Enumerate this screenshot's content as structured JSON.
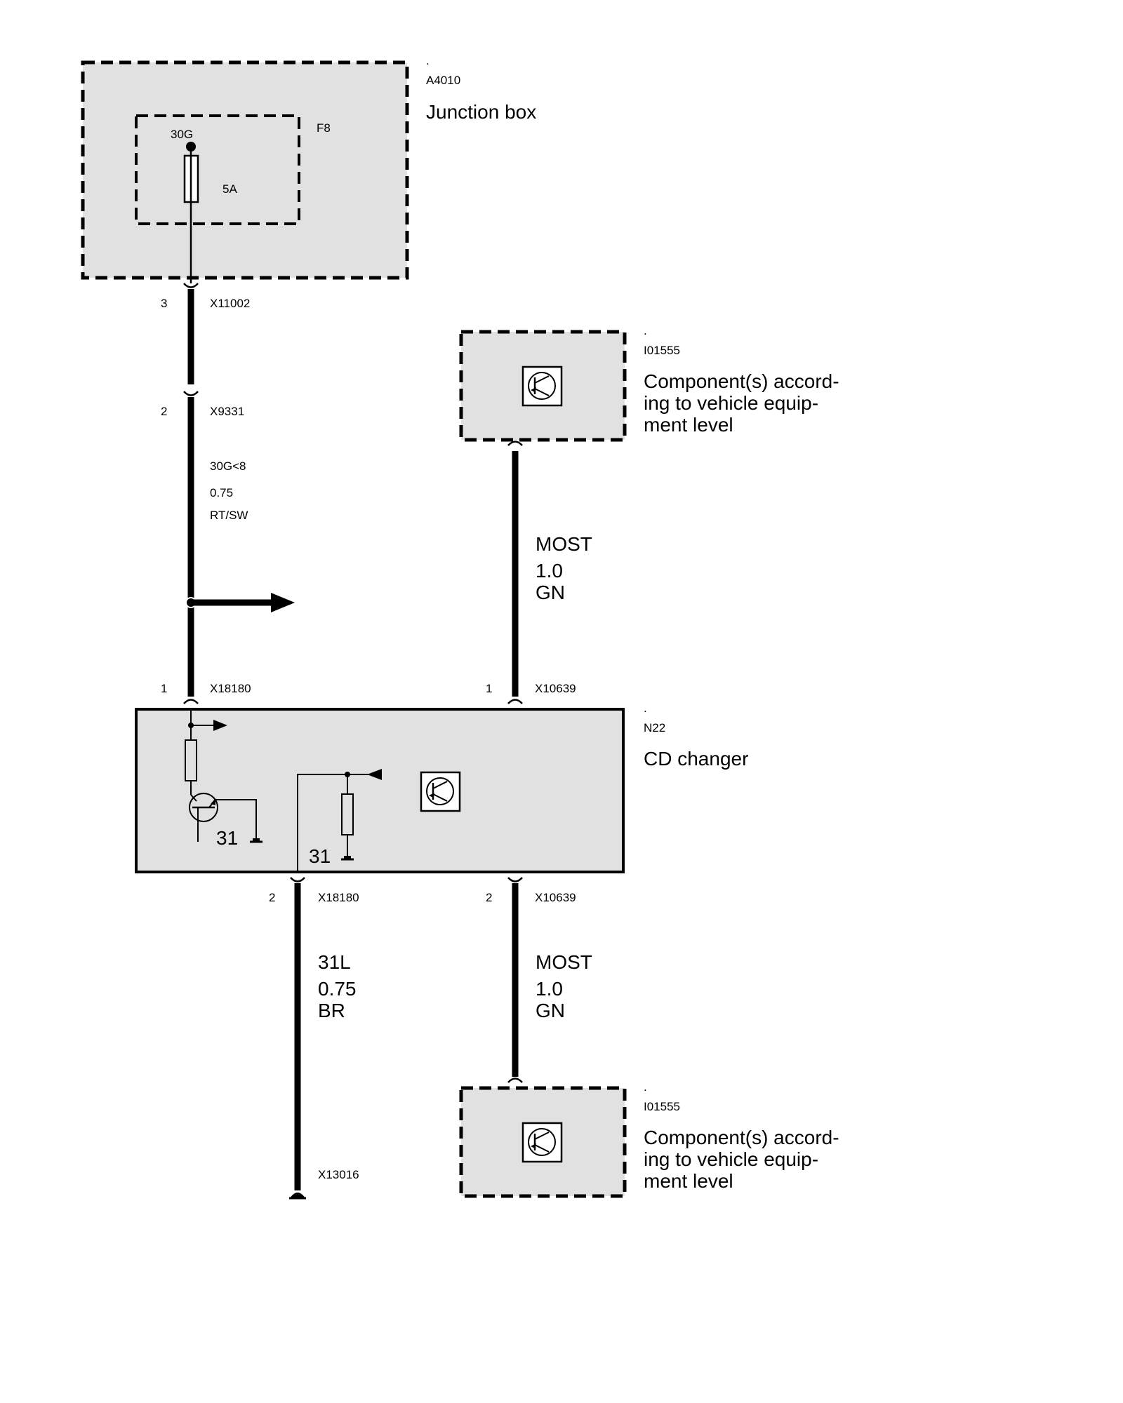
{
  "colors": {
    "component_fill": "#e1e1e1",
    "line": "#000000",
    "background": "#ffffff"
  },
  "junction_box": {
    "dot": ".",
    "id": "A4010",
    "name": "Junction box",
    "fuse": {
      "id": "F8",
      "terminal": "30G",
      "rating": "5A"
    }
  },
  "connectors": {
    "x11002": {
      "pin": "3",
      "id": "X11002"
    },
    "x9331": {
      "pin": "2",
      "id": "X9331"
    },
    "x18180_in": {
      "pin": "1",
      "id": "X18180"
    },
    "x10639_in": {
      "pin": "1",
      "id": "X10639"
    },
    "x18180_out": {
      "pin": "2",
      "id": "X18180"
    },
    "x10639_out": {
      "pin": "2",
      "id": "X10639"
    },
    "x13016": {
      "id": "X13016"
    }
  },
  "wires": {
    "supply": {
      "signal": "30G<8",
      "size": "0.75",
      "color": "RT/SW"
    },
    "most_in": {
      "signal": "MOST",
      "size": "1.0",
      "color": "GN"
    },
    "ground": {
      "signal": "31L",
      "size": "0.75",
      "color": "BR"
    },
    "most_out": {
      "signal": "MOST",
      "size": "1.0",
      "color": "GN"
    }
  },
  "optional_top": {
    "dot": ".",
    "id": "I01555",
    "lines": [
      "Component(s) accord-",
      "ing to vehicle equip-",
      "ment level"
    ]
  },
  "optional_bottom": {
    "dot": ".",
    "id": "I01555",
    "lines": [
      "Component(s) accord-",
      "ing to vehicle equip-",
      "ment level"
    ]
  },
  "cd_changer": {
    "dot": ".",
    "id": "N22",
    "name": "CD changer",
    "ground_label_left": "31",
    "ground_label_right": "31"
  },
  "icons": [
    "fuse-icon",
    "transistor-icon",
    "resistor-icon",
    "ground-icon",
    "arrow-icon",
    "control-unit-icon"
  ]
}
